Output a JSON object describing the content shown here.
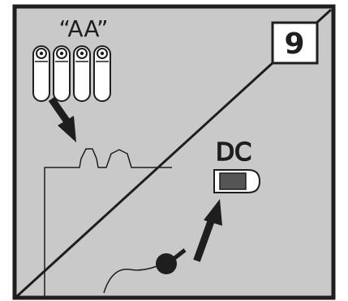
{
  "step_number": "9",
  "battery_label": "“AA”",
  "battery_count": 4,
  "dc_label": "DC",
  "colors": {
    "background": "#c9c9c9",
    "ink": "#1e1e1e",
    "battery": "#ffffff",
    "badge": "#ffffff",
    "dc_socket": "#555555"
  },
  "icons": [
    "aa-battery-icon",
    "arrow-down-icon",
    "arrow-up-icon",
    "dc-socket-icon",
    "dc-plug-icon"
  ]
}
